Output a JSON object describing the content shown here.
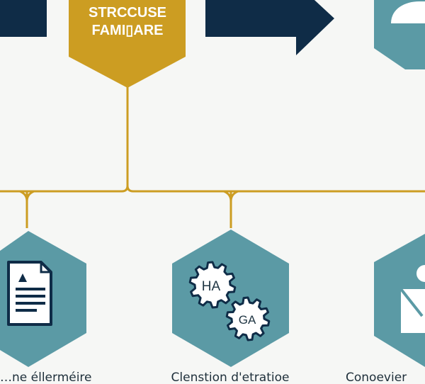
{
  "colors": {
    "navy": "#0f2c47",
    "gold": "#cc9d22",
    "teal": "#5b9aa5",
    "white": "#ffffff",
    "background": "#f6f7f5"
  },
  "top_node": {
    "line1": "STRCCUSE",
    "line2": "FAMI▯ARE"
  },
  "nodes": [
    {
      "icon": "document-icon",
      "caption": "…ne éllerméire"
    },
    {
      "icon": "gears-icon",
      "gear_labels": [
        "HA",
        "GA"
      ],
      "caption": "Clenstion d'etratioe"
    },
    {
      "icon": "person-icon",
      "caption": "Conoevier"
    }
  ]
}
